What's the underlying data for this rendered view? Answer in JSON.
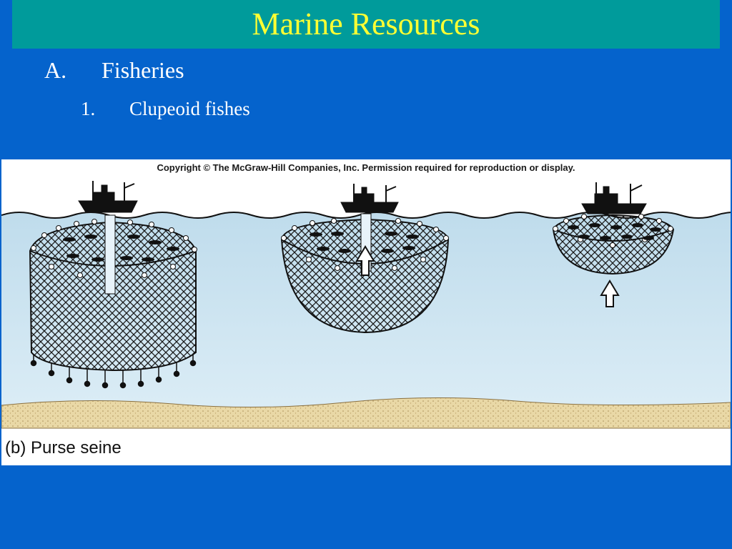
{
  "slide": {
    "title": "Marine Resources",
    "outline": [
      {
        "marker": "A.",
        "text": "Fisheries"
      },
      {
        "marker": "1.",
        "text": "Clupeoid fishes"
      }
    ]
  },
  "figure": {
    "copyright": "Copyright © The McGraw-Hill Companies, Inc. Permission required for reproduction or display.",
    "caption": "(b) Purse seine",
    "icons": [
      "fishing-boat-icon",
      "purse-seine-net-icon",
      "fish-school-icon",
      "up-arrow-icon"
    ]
  },
  "colors": {
    "background": "#0563cc",
    "title_bar": "#009b9b",
    "title_text": "#ffff33",
    "water": "#cfe6f2",
    "sand": "#e9d8a6"
  }
}
